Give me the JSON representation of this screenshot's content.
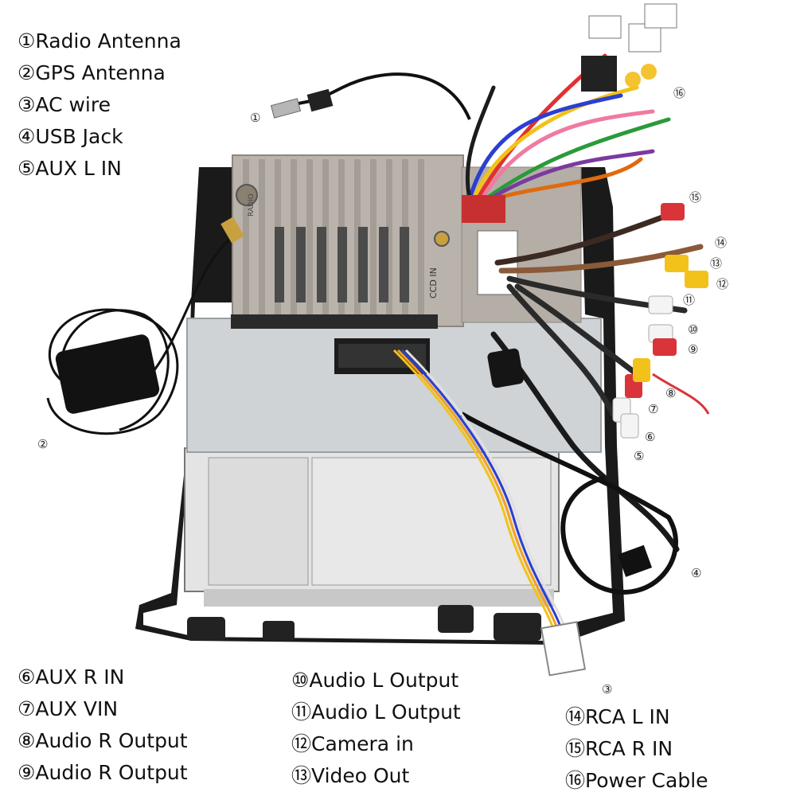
{
  "legend_top": [
    {
      "num": "①",
      "label": "Radio Antenna"
    },
    {
      "num": "②",
      "label": "GPS Antenna"
    },
    {
      "num": "③",
      "label": "AC wire"
    },
    {
      "num": "④",
      "label": "USB Jack"
    },
    {
      "num": "⑤",
      "label": "AUX L IN"
    }
  ],
  "legend_bottom_left": [
    {
      "num": "⑥",
      "label": "AUX R IN"
    },
    {
      "num": "⑦",
      "label": "AUX VIN"
    },
    {
      "num": "⑧",
      "label": "Audio R Output"
    },
    {
      "num": "⑨",
      "label": "Audio R Output"
    }
  ],
  "legend_bottom_mid": [
    {
      "num": "⑩",
      "label": "Audio L Output"
    },
    {
      "num": "⑪",
      "label": "Audio L Output"
    },
    {
      "num": "⑫",
      "label": "Camera in"
    },
    {
      "num": "⑬",
      "label": "Video Out"
    }
  ],
  "legend_bottom_right": [
    {
      "num": "⑭",
      "label": "RCA L IN"
    },
    {
      "num": "⑮",
      "label": "RCA R IN"
    },
    {
      "num": "⑯",
      "label": "Power Cable"
    }
  ],
  "callouts": {
    "c1": "①",
    "c2": "②",
    "c3": "③",
    "c4": "④",
    "c5": "⑤",
    "c6": "⑥",
    "c7": "⑦",
    "c8": "⑧",
    "c9": "⑨",
    "c10": "⑩",
    "c11": "⑪",
    "c12": "⑫",
    "c13": "⑬",
    "c14": "⑭",
    "c15": "⑮",
    "c16": "⑯"
  },
  "unit_labels": {
    "ccd_in": "CCD IN",
    "radio": "RADIO"
  }
}
